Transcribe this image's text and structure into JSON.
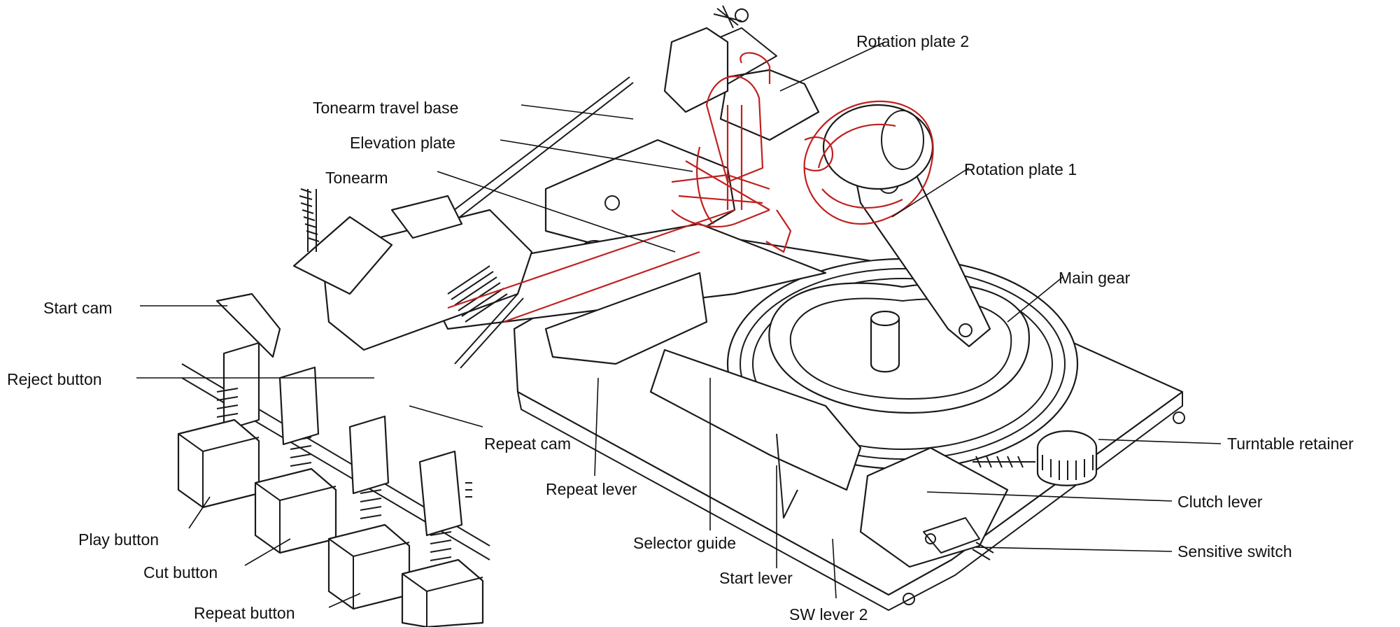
{
  "labels": {
    "rotation_plate_2": "Rotation plate 2",
    "tonearm_travel_base": "Tonearm travel base",
    "elevation_plate": "Elevation plate",
    "tonearm": "Tonearm",
    "rotation_plate_1": "Rotation plate 1",
    "main_gear": "Main gear",
    "start_cam": "Start cam",
    "reject_button": "Reject button",
    "repeat_cam": "Repeat cam",
    "repeat_lever": "Repeat lever",
    "turntable_retainer": "Turntable retainer",
    "clutch_lever": "Clutch lever",
    "sensitive_switch": "Sensitive switch",
    "play_button": "Play button",
    "cut_button": "Cut button",
    "repeat_button": "Repeat button",
    "selector_guide": "Selector guide",
    "start_lever": "Start lever",
    "sw_lever_2": "SW lever 2"
  },
  "colors": {
    "ink": "#1a1a1a",
    "highlight": "#c0201f",
    "background": "#ffffff"
  }
}
